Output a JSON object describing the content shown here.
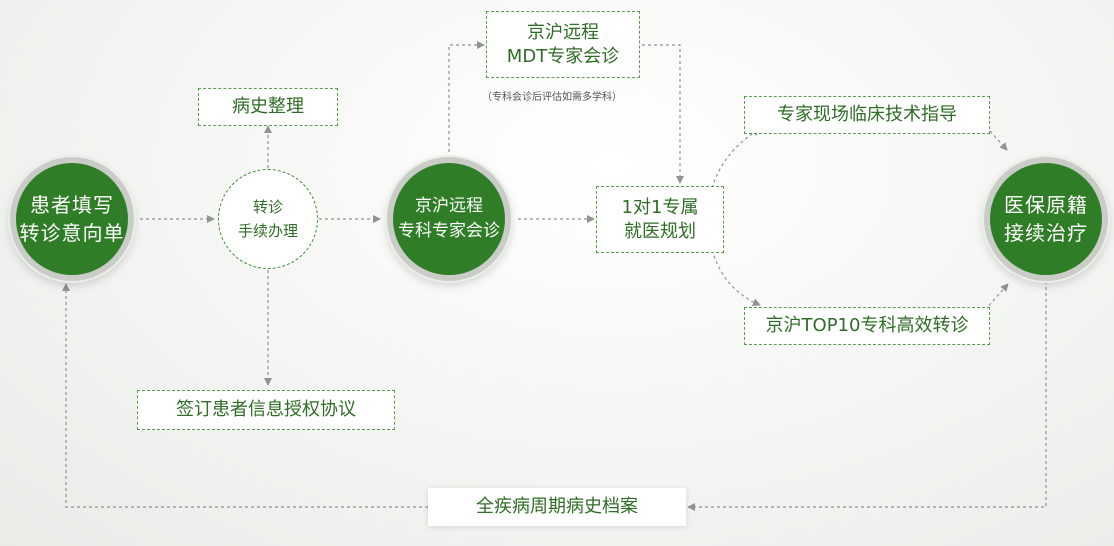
{
  "nodes": {
    "patient_form": {
      "line1": "患者填写",
      "line2": "转诊意向单"
    },
    "referral": {
      "line1": "转诊",
      "line2": "手续办理"
    },
    "specialist_consult": {
      "line1": "京沪远程",
      "line2": "专科专家会诊"
    },
    "medical_insurance": {
      "line1": "医保原籍",
      "line2": "接续治疗"
    },
    "history_sort": "病史整理",
    "sign_agreement": "签订患者信息授权协议",
    "mdt": {
      "line1": "京沪远程",
      "line2": "MDT专家会诊"
    },
    "mdt_note": "（专科会诊后评估如需多学科）",
    "exclusive_plan": {
      "line1": "1对1专属",
      "line2": "就医规划"
    },
    "onsite_guidance": "专家现场临床技术指导",
    "top10_referral": "京沪TOP10专科高效转诊",
    "lifecycle_record": "全疾病周期病史档案"
  },
  "colors": {
    "primary_green": "#2f7d27",
    "text_green": "#2e6d25",
    "connector_gray": "#8f9490"
  }
}
